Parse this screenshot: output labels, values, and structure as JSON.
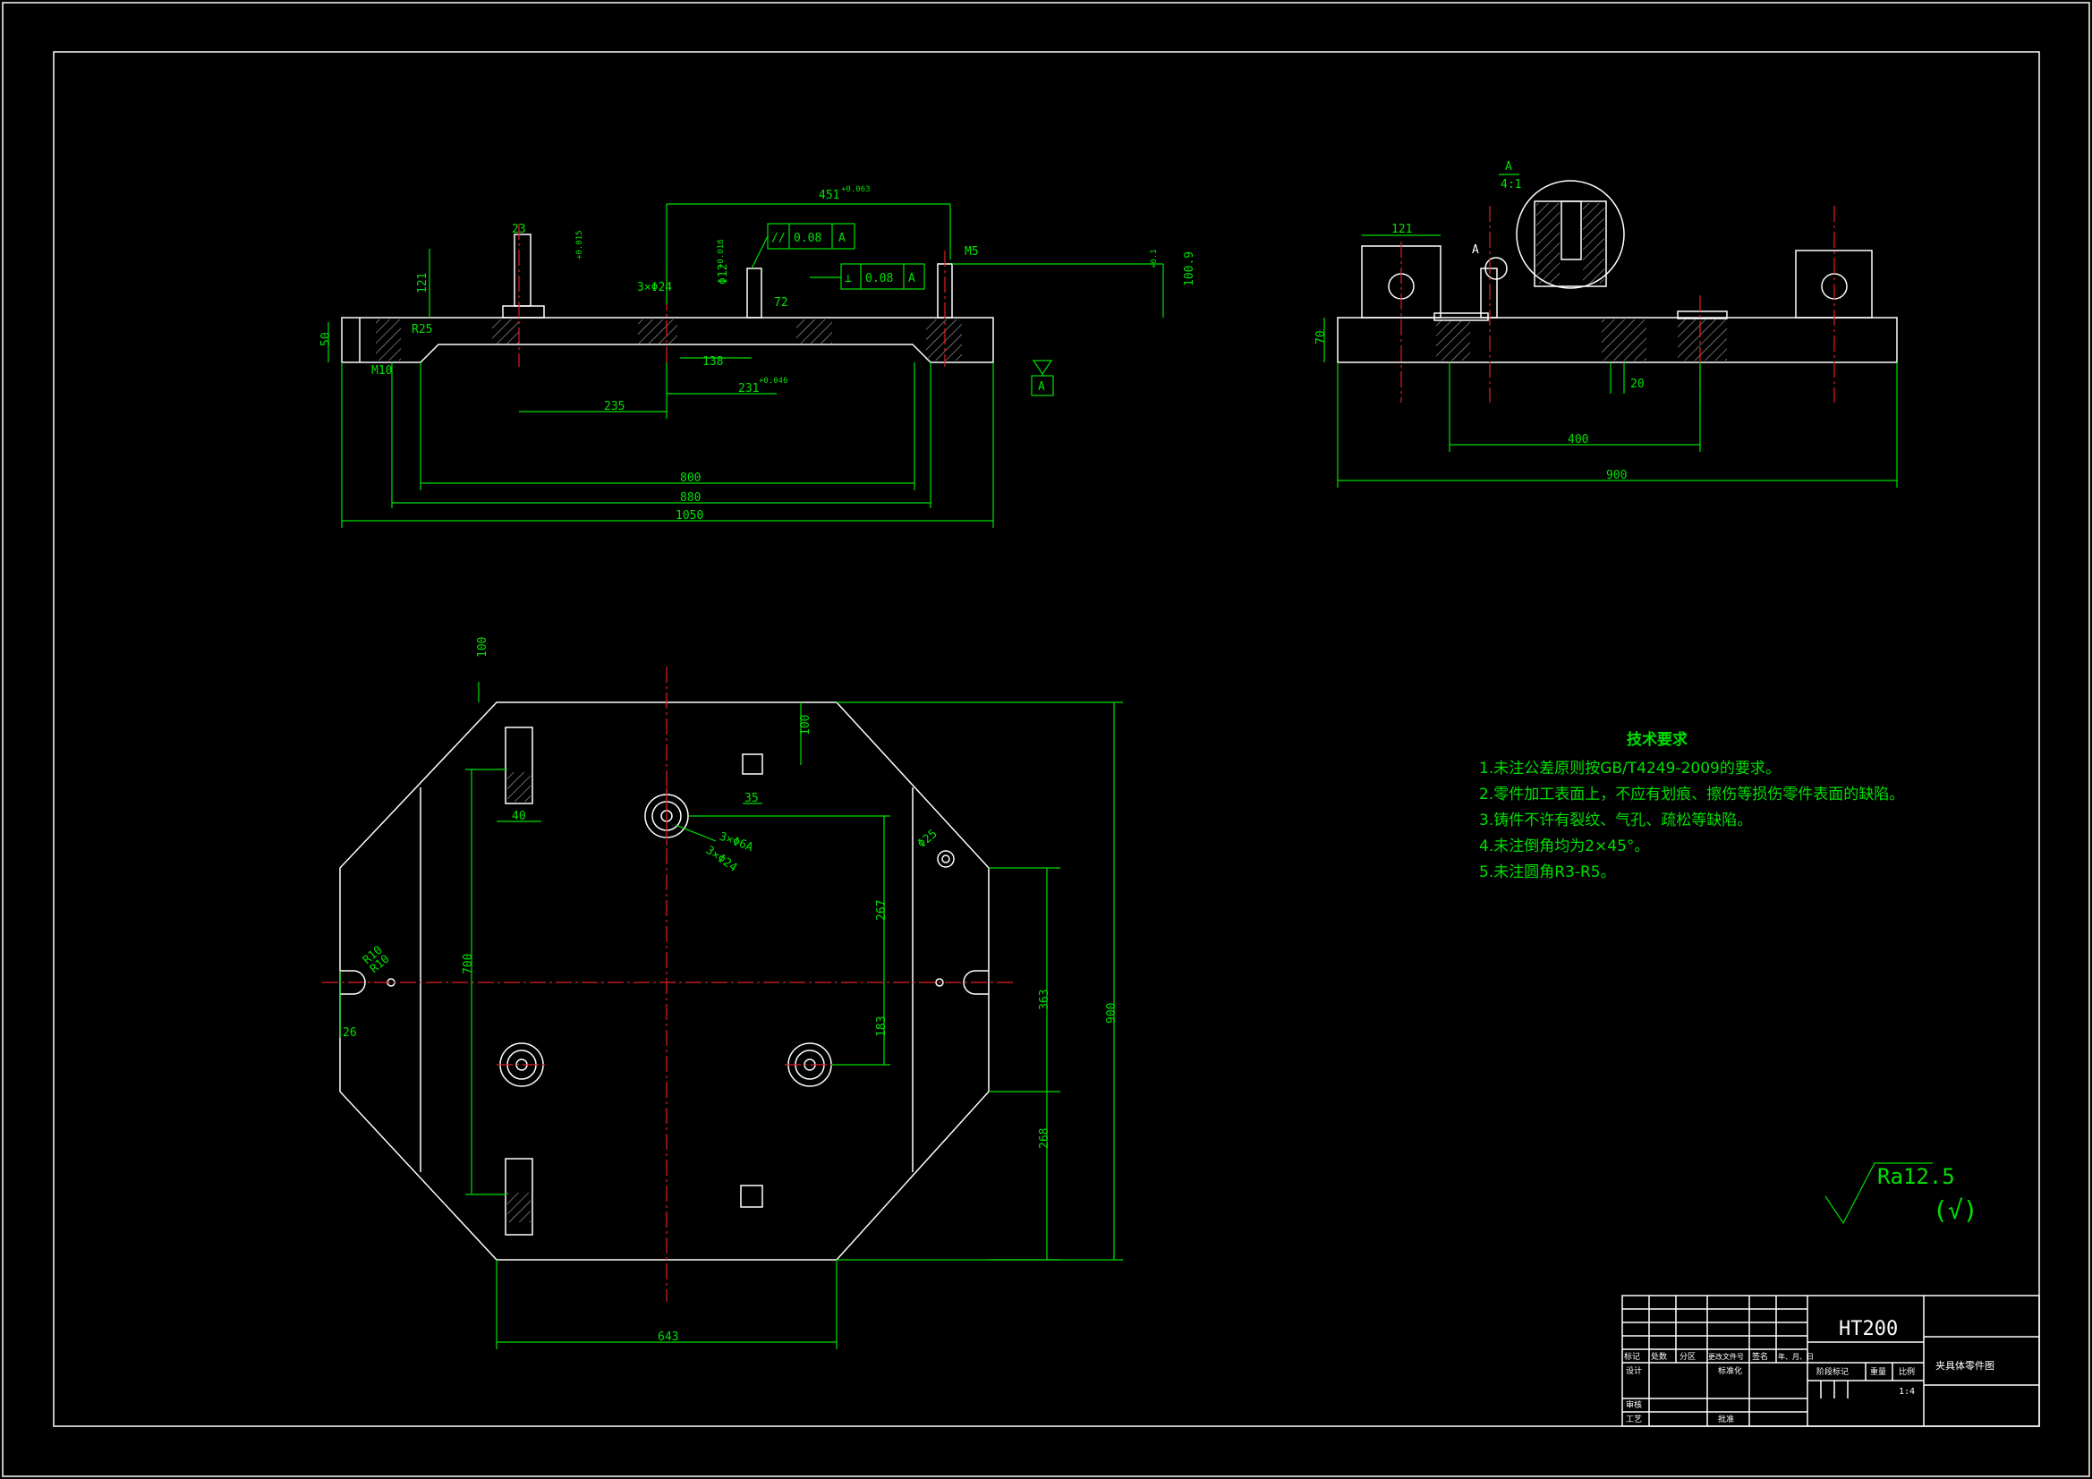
{
  "front_view": {
    "dims": [
      "451",
      "23",
      "121",
      "50",
      "M10",
      "R25",
      "138",
      "235",
      "231",
      "800",
      "880",
      "1050",
      "3×Φ24",
      "Φ12",
      "72",
      "M5",
      "100.9"
    ],
    "tolerances": [
      "+0.063",
      "+0.015",
      "+0.018",
      "+0.046",
      "+0.1"
    ],
    "parallelism": {
      "symbol": "//",
      "value": "0.08",
      "datum": "A"
    },
    "perpendicularity": {
      "symbol": "⊥",
      "value": "0.08",
      "datum": "A"
    },
    "datum": "A"
  },
  "side_view": {
    "section_label": "A",
    "scale": "4:1",
    "marker": "A",
    "dims": [
      "121",
      "70",
      "20",
      "400",
      "900"
    ]
  },
  "top_view": {
    "dims": [
      "100",
      "100",
      "35",
      "40",
      "700",
      "3×Φ6A",
      "3×Φ24",
      "Φ25",
      "267",
      "183",
      "R10",
      "R10",
      "26",
      "363",
      "268",
      "900",
      "643"
    ]
  },
  "tech_requirements": {
    "title": "技术要求",
    "items": [
      "1.未注公差原则按GB/T4249-2009的要求。",
      "2.零件加工表面上，不应有划痕、擦伤等损伤零件表面的缺陷。",
      "3.铸件不许有裂纹、气孔、疏松等缺陷。",
      "4.未注倒角均为2×45°。",
      "5.未注圆角R3-R5。"
    ]
  },
  "roughness": {
    "value": "Ra12.5",
    "note": "(√)"
  },
  "title_block": {
    "material": "HT200",
    "drawing_name": "夹具体零件图",
    "row_labels": [
      "标记",
      "处数",
      "分区",
      "更改文件号",
      "签名",
      "年、月、日"
    ],
    "left_labels": [
      "设计",
      "审核",
      "工艺"
    ],
    "standard": "标准化",
    "approve": "批准",
    "stage_label": "阶段标记",
    "weight_label": "重量",
    "scale_label": "比例",
    "scale": "1:4"
  },
  "colors": {
    "background": "#000000",
    "outline": "#ffffff",
    "dimension": "#00e000",
    "centerline": "#e02020"
  }
}
